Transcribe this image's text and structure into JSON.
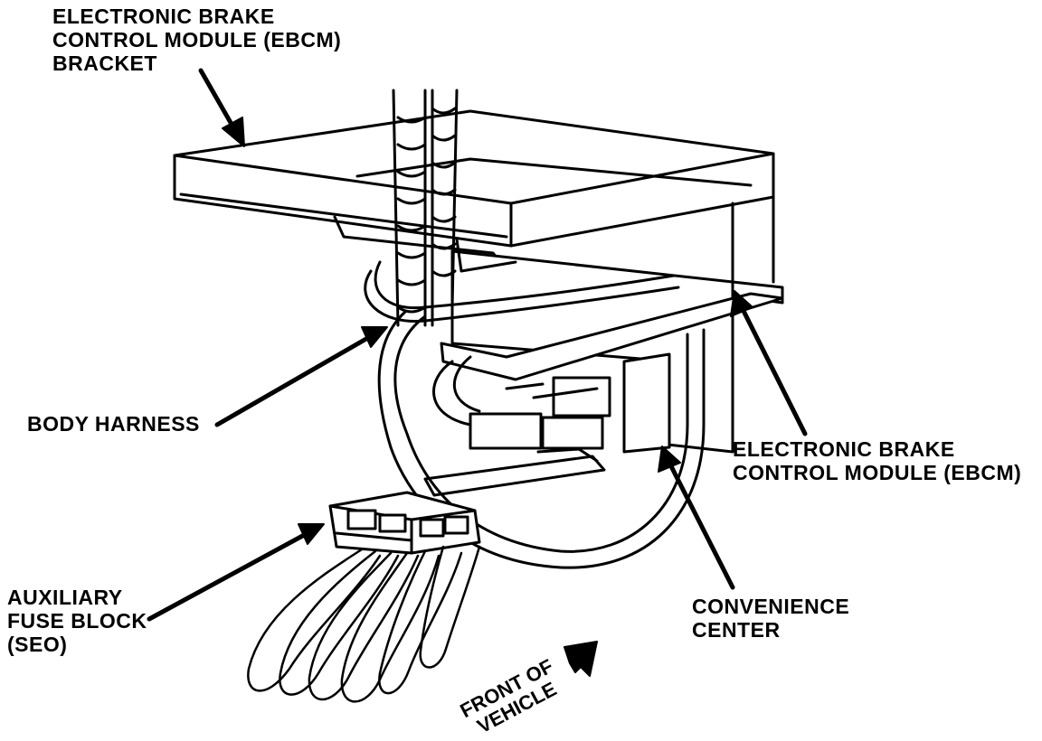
{
  "labels": {
    "ebcm_bracket": [
      "ELECTRONIC BRAKE",
      "CONTROL MODULE (EBCM)",
      "BRACKET"
    ],
    "body_harness": [
      "BODY HARNESS"
    ],
    "ebcm": [
      "ELECTRONIC BRAKE",
      "CONTROL MODULE (EBCM)"
    ],
    "aux_fuse_block": [
      "AUXILIARY",
      "FUSE BLOCK",
      "(SEO)"
    ],
    "convenience_center": [
      "CONVENIENCE",
      "CENTER"
    ],
    "front_of_vehicle": [
      "FRONT OF",
      "VEHICLE"
    ]
  },
  "colors": {
    "ink": "#000000",
    "paper": "#ffffff"
  },
  "icons": {
    "arrow": "callout-arrow-icon",
    "direction": "front-direction-arrow-icon"
  }
}
